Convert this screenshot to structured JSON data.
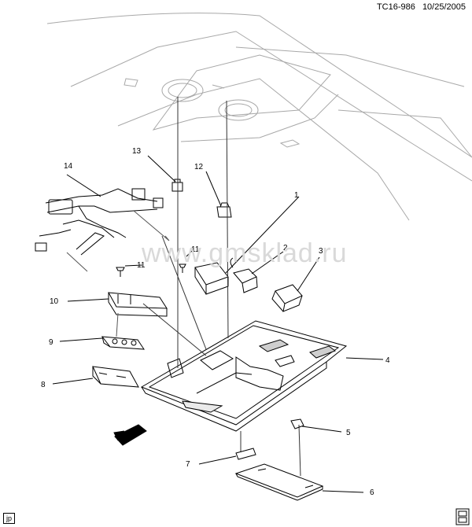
{
  "header": {
    "figure_id": "TC16-986",
    "date": "10/25/2005"
  },
  "watermark": "www.gmsklad.ru",
  "language_badge": "jp",
  "callouts": [
    "1",
    "2",
    "3",
    "4",
    "5",
    "6",
    "7",
    "8",
    "9",
    "10",
    "11",
    "11",
    "12",
    "13",
    "14"
  ]
}
